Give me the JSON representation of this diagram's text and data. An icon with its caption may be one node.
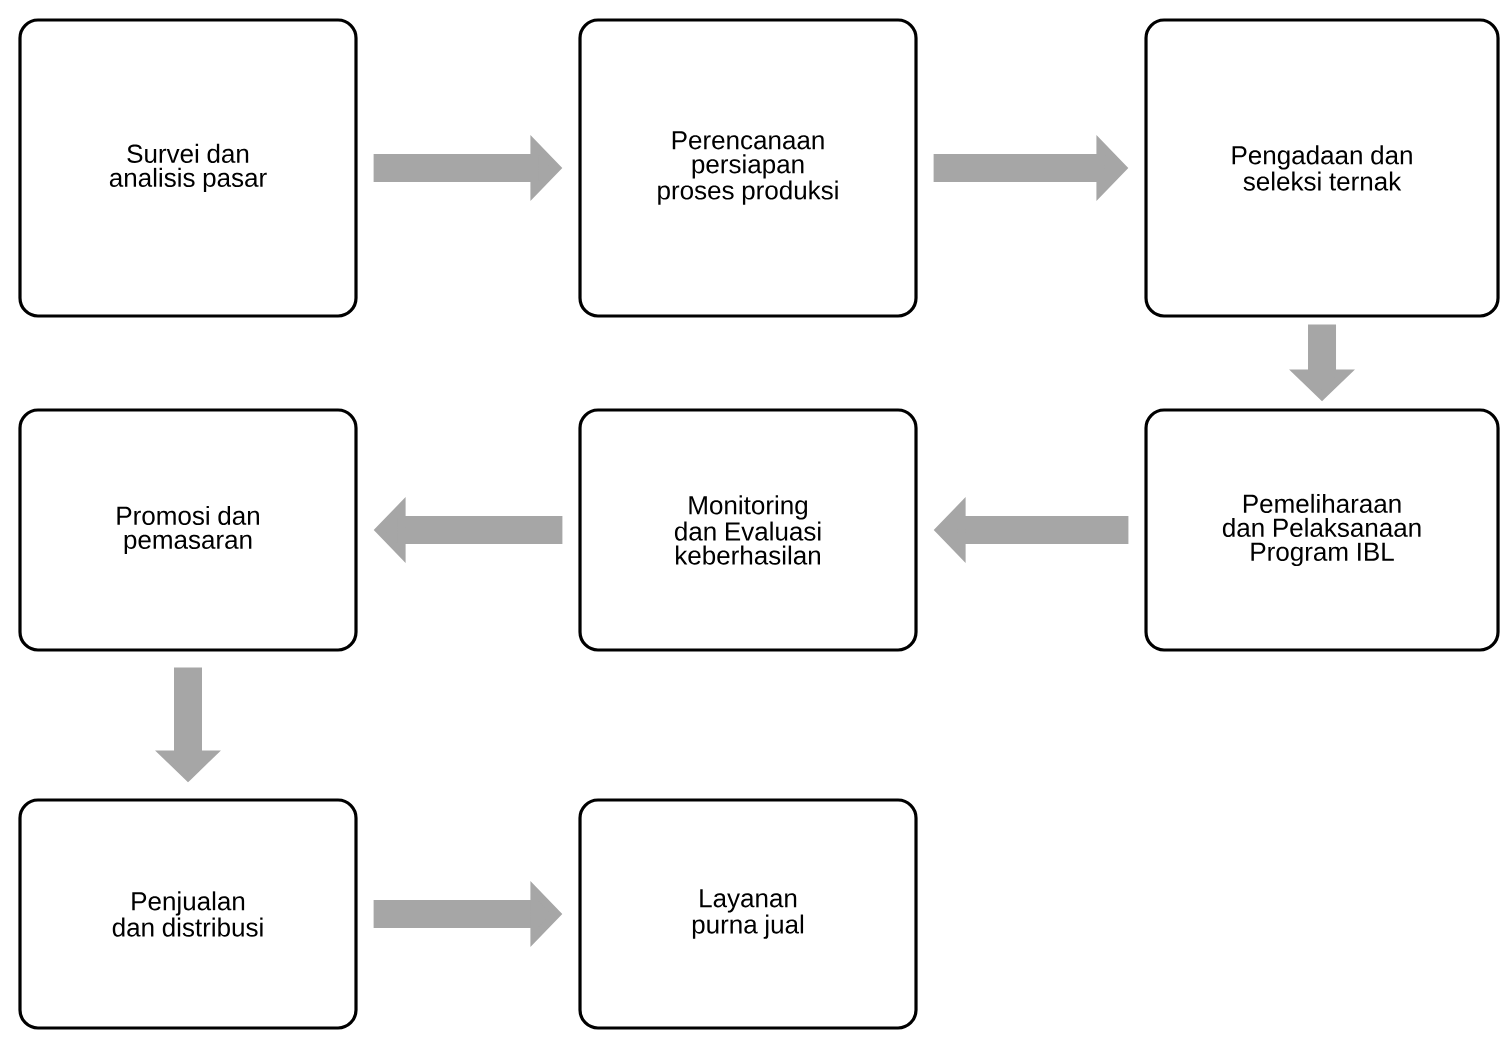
{
  "diagram": {
    "nodes": [
      {
        "text": [
          "Survei dan analisis pasar"
        ]
      },
      {
        "text": [
          "Perencanaan persiapan proses produksi"
        ]
      },
      {
        "text": [
          "Pengadaan dan seleksi ternak"
        ]
      },
      {
        "text": [
          "Pemeliharaan dan Pelaksanaan Program IBL"
        ]
      },
      {
        "text": [
          "Monitoring dan Evaluasi keberhasilan"
        ]
      },
      {
        "text": [
          "Promosi dan pemasaran"
        ]
      },
      {
        "text": [
          "Penjualan dan distribusi"
        ]
      },
      {
        "text": [
          "Layanan purna jual"
        ]
      }
    ],
    "edges": [
      {
        "from": 0,
        "to": 1,
        "arrow": "to"
      },
      {
        "from": 1,
        "to": 2,
        "arrow": "to"
      },
      {
        "from": 2,
        "to": 3,
        "arrow": "to"
      },
      {
        "from": 3,
        "to": 4,
        "arrow": "to"
      },
      {
        "from": 4,
        "to": 5,
        "arrow": "to"
      },
      {
        "from": 5,
        "to": 6,
        "arrow": "to"
      },
      {
        "from": 6,
        "to": 7,
        "arrow": "to"
      }
    ]
  }
}
